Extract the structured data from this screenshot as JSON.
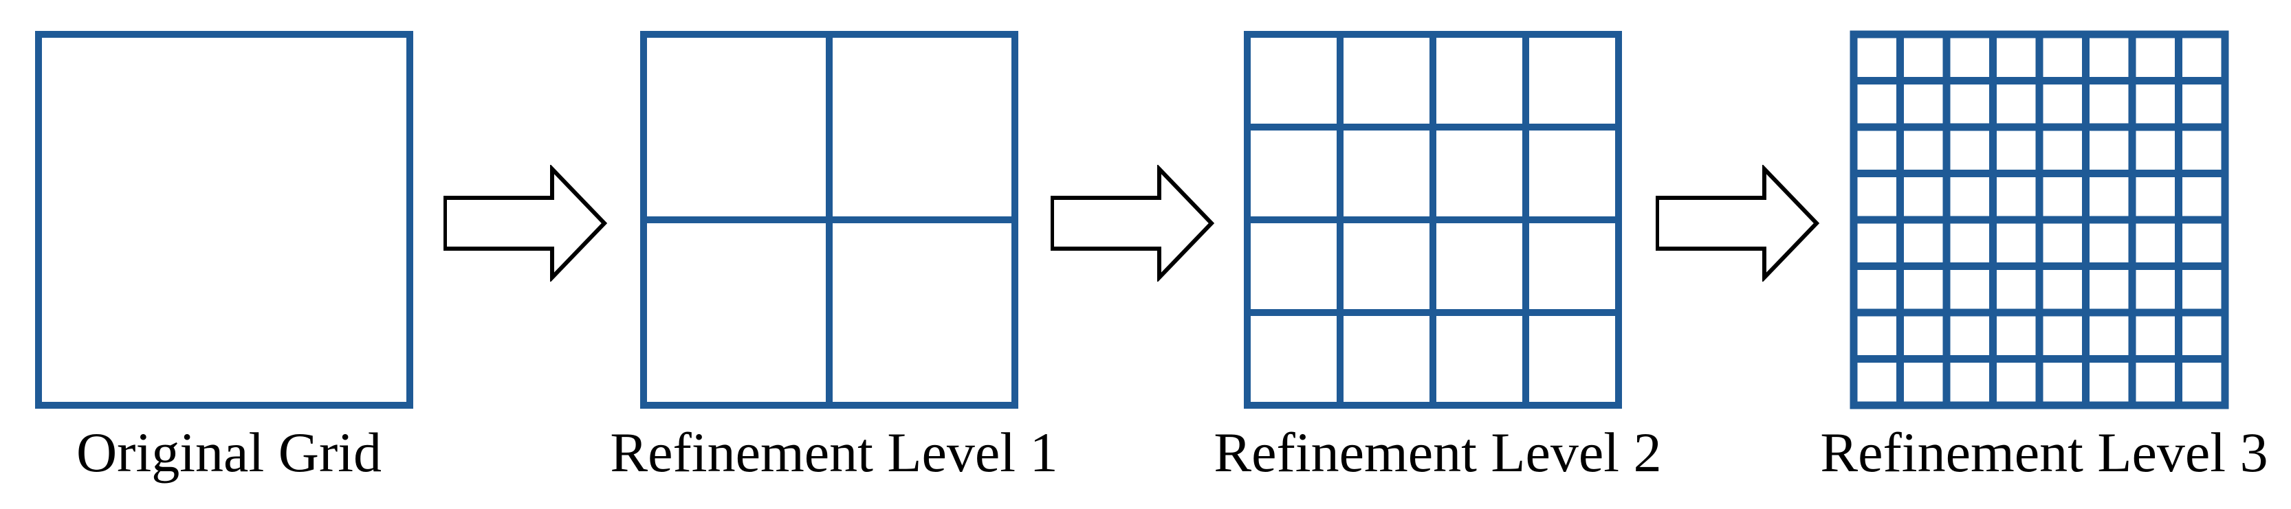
{
  "colors": {
    "grid_line": "#1f5a96",
    "arrow_stroke": "#000000",
    "arrow_fill": "#ffffff",
    "label_text": "#000000"
  },
  "stages": [
    {
      "label": "Original Grid",
      "divisions": 1
    },
    {
      "label": "Refinement Level 1",
      "divisions": 2
    },
    {
      "label": "Refinement Level 2",
      "divisions": 4
    },
    {
      "label": "Refinement Level 3",
      "divisions": 8
    }
  ],
  "arrows": [
    {
      "icon": "right-arrow-icon"
    },
    {
      "icon": "right-arrow-icon"
    },
    {
      "icon": "right-arrow-icon"
    }
  ]
}
